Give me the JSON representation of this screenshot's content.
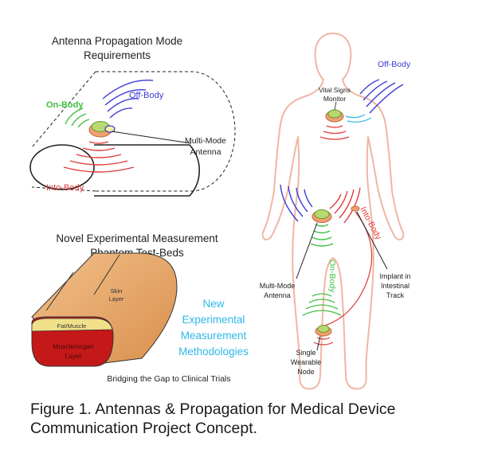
{
  "top_section": {
    "title_line1": "Antenna Propagation Mode",
    "title_line2": "Requirements",
    "on_body": "On-Body",
    "off_body": "Off-Body",
    "into_body": "Into-Body",
    "antenna_line1": "Multi-Mode",
    "antenna_line2": "Antenna"
  },
  "phantom_section": {
    "title_line1": "Novel Experimental Measurement",
    "title_line2": "Phantom Test-Beds",
    "skin_line1": "Skin",
    "skin_line2": "Layer",
    "fat_muscle": "Fat/Muscle",
    "muscle_line1": "Muscle/organ",
    "muscle_line2": "Layer",
    "bridging": "Bridging the Gap to  Clinical Trials"
  },
  "new_methods": {
    "line1": "New",
    "line2": "Experimental",
    "line3": "Measurement",
    "line4": "Methodologies"
  },
  "body_section": {
    "off_body": "Off-Body",
    "vital_line1": "Vital Signs",
    "vital_line2": "Monitor",
    "into_body": "Into-Body",
    "on_body": "On-Body",
    "antenna_line1": "Multi-Mode",
    "antenna_line2": "Antenna",
    "implant_line1": "Implant in",
    "implant_line2": "Intestinal",
    "implant_line3": "Track",
    "node_line1": "Single",
    "node_line2": "Wearable",
    "node_line3": "Node"
  },
  "caption": {
    "line1": "Figure 1. Antennas & Propagation for Medical Device",
    "line2": "Communication Project Concept."
  },
  "colors": {
    "off_body": "#3b3bd6",
    "on_body": "#3fbf3f",
    "into_body": "#e03a3a",
    "new_methods": "#2fb8e8",
    "phantom_skin": "#e6a86a",
    "phantom_fat": "#f0e08a",
    "phantom_muscle": "#c51818"
  }
}
